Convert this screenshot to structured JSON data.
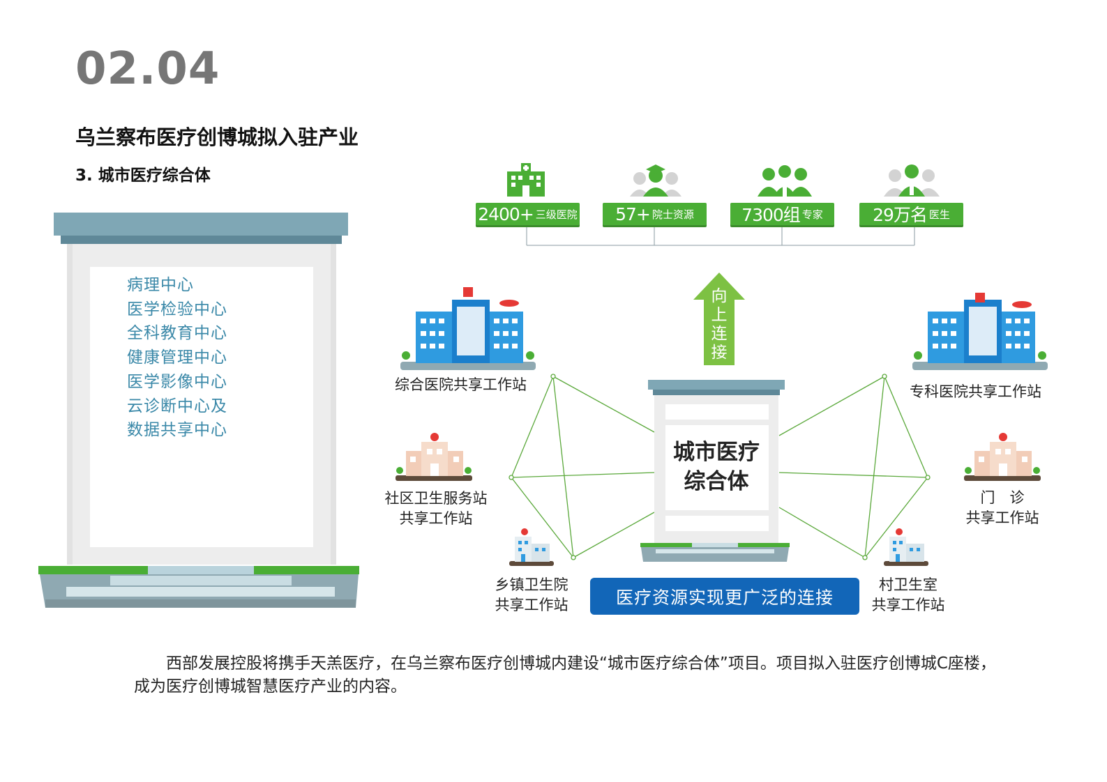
{
  "header": {
    "section_no": "02.04",
    "title": "乌兰察布医疗创博城拟入驻产业",
    "subtitle": "3. 城市医疗综合体"
  },
  "left_panel": {
    "centers": [
      "病理中心",
      "医学检验中心",
      "全科教育中心",
      "健康管理中心",
      "医学影像中心",
      "云诊断中心及",
      "数据共享中心"
    ]
  },
  "stats": [
    {
      "number": "2400+",
      "unit": "三级医院",
      "icon": "hospital-icon"
    },
    {
      "number": "57+",
      "unit": "院士资源",
      "icon": "academician-icon"
    },
    {
      "number": "7300组",
      "unit": "专家",
      "icon": "experts-icon"
    },
    {
      "number": "29万名",
      "unit": "医生",
      "icon": "doctors-icon"
    }
  ],
  "up_arrow": {
    "label": "向上连接"
  },
  "core": {
    "line1": "城市医疗",
    "line2": "综合体"
  },
  "nodes": {
    "general_hospital": "综合医院共享工作站",
    "specialist_hospital": "专科医院共享工作站",
    "community_line1": "社区卫生服务站",
    "community_line2": "共享工作站",
    "clinic_line1": "门　诊",
    "clinic_line2": "共享工作站",
    "township_line1": "乡镇卫生院",
    "township_line2": "共享工作站",
    "village_line1": "村卫生室",
    "village_line2": "共享工作站"
  },
  "banner": {
    "label": "医疗资源实现更广泛的连接"
  },
  "description": "西部发展控股将携手天羔医疗，在乌兰察布医疗创博城内建设“城市医疗综合体”项目。项目拟入驻医疗创博城C座楼，成为医疗创博城智慧医疗产业的内容。",
  "colors": {
    "accent_green": "#4aae35",
    "banner_blue": "#1266b8",
    "roof_gray": "#7da6b6",
    "text_teal": "#3a88a8"
  }
}
